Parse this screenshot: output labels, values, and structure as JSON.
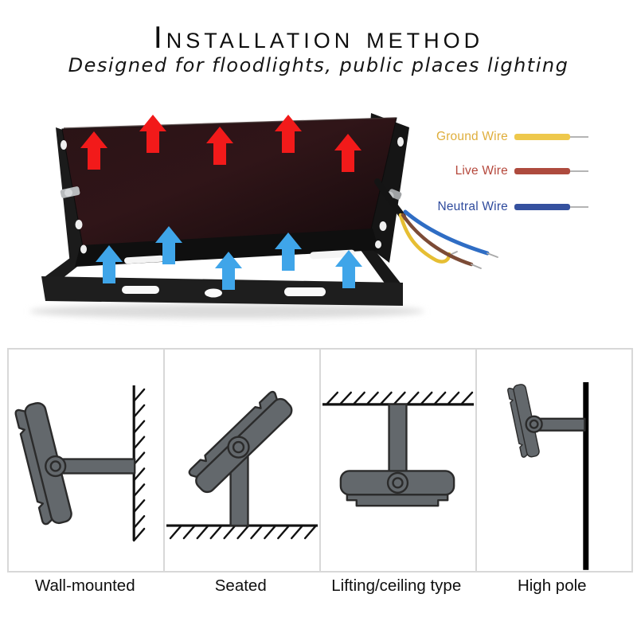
{
  "header": {
    "title": "Installation method",
    "subtitle": "Designed for floodlights, public places lighting"
  },
  "legend": {
    "ground": {
      "label": "Ground Wire",
      "color": "#dfae3c",
      "bar_color": "#eec84c"
    },
    "live": {
      "label": "Live Wire",
      "color": "#b5483c",
      "bar_color": "#ae4b3e"
    },
    "neutral": {
      "label": "Neutral Wire",
      "color": "#2f4b9d",
      "bar_color": "#35519f"
    }
  },
  "colors": {
    "hot_air_arrow": "#f21a1a",
    "cold_air_arrow": "#3fa5e9",
    "wire_ground": "#e6be33",
    "wire_live": "#7c4b36",
    "wire_neutral": "#2f6dc4",
    "lamp_body_dark": "#241114",
    "icon_gray": "#63686c"
  },
  "methods": [
    {
      "label": "Wall-mounted"
    },
    {
      "label": "Seated"
    },
    {
      "label": "Lifting/ceiling type"
    },
    {
      "label": "High pole"
    }
  ]
}
